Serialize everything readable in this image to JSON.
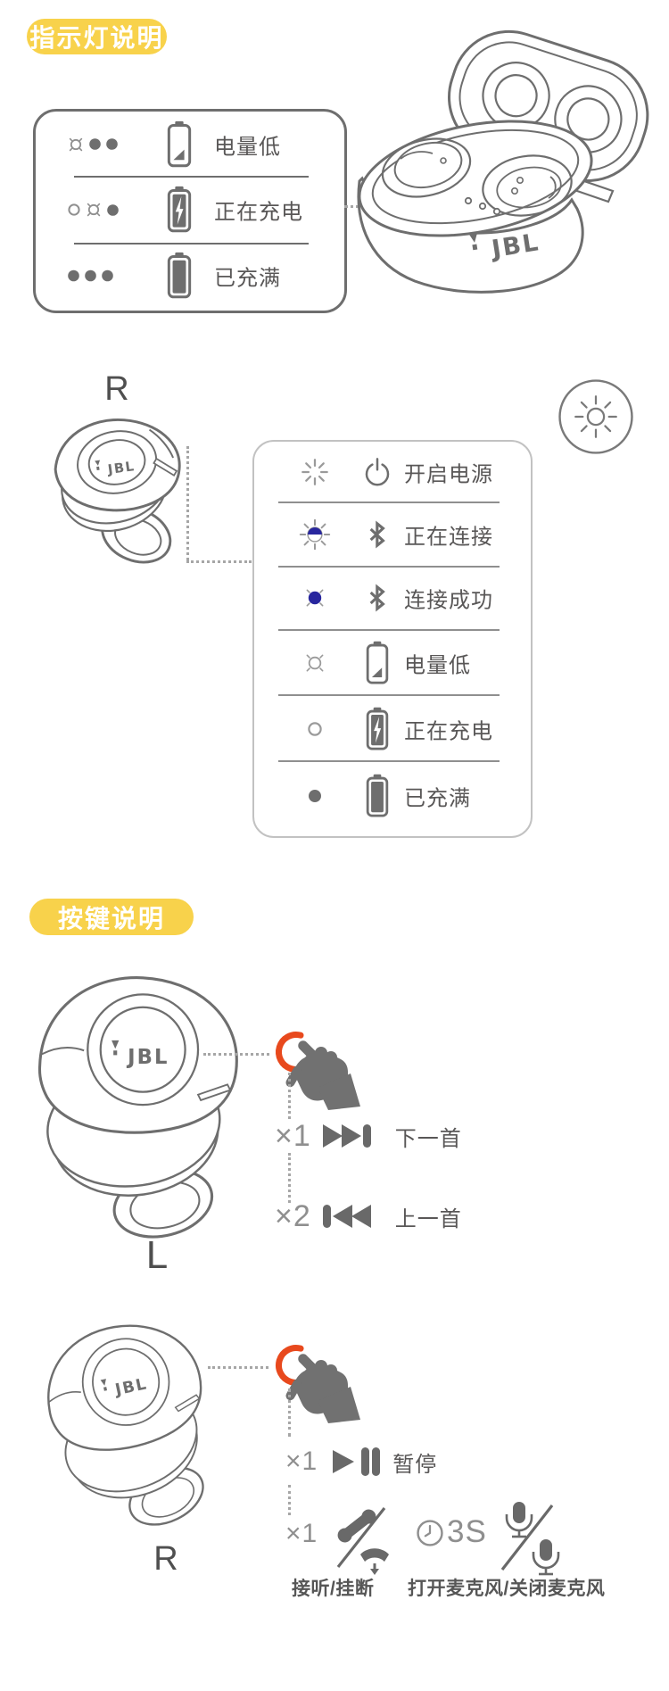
{
  "page": {
    "background": "#ffffff"
  },
  "colors": {
    "badge_yellow": "#F8D24B",
    "badge_text": "#ffffff",
    "line_gray": "#6E6E6E",
    "text_gray": "#595757",
    "muted_gray": "#8F8F8F",
    "led_blue": "#28269E",
    "tap_orange": "#E8491D"
  },
  "brand": {
    "logo": "JBL"
  },
  "sections": {
    "indicator": {
      "badge": "指示灯说明",
      "case_table": {
        "rows": [
          {
            "leds": [
              "blinking",
              "on",
              "on"
            ],
            "icon": "battery-low-icon",
            "label": "电量低"
          },
          {
            "leds": [
              "off",
              "blinking",
              "on"
            ],
            "icon": "battery-charging-icon",
            "label": "正在充电"
          },
          {
            "leds": [
              "on",
              "on",
              "on"
            ],
            "icon": "battery-full-icon",
            "label": "已充满"
          }
        ]
      },
      "earbud_label": "R",
      "earbud_table": {
        "rows": [
          {
            "led": "white-blinking",
            "icon": "power-icon",
            "label": "开启电源"
          },
          {
            "led": "blue-blinking",
            "icon": "bluetooth-icon",
            "label": "正在连接"
          },
          {
            "led": "blue-solid",
            "icon": "bluetooth-icon",
            "label": "连接成功"
          },
          {
            "led": "white-blinking",
            "icon": "battery-low-icon",
            "label": "电量低"
          },
          {
            "led": "white-off",
            "icon": "battery-charging-icon",
            "label": "正在充电"
          },
          {
            "led": "solid-on",
            "icon": "battery-full-icon",
            "label": "已充满"
          }
        ]
      }
    },
    "buttons": {
      "badge": "按键说明",
      "left_earbud": {
        "label": "L",
        "gestures": [
          {
            "times": "×1",
            "icon": "next-track-icon",
            "label": "下一首"
          },
          {
            "times": "×2",
            "icon": "previous-track-icon",
            "label": "上一首"
          }
        ]
      },
      "right_earbud": {
        "label": "R",
        "gestures": [
          {
            "times": "×1",
            "icon": "play-pause-icon",
            "label": "暂停"
          },
          {
            "times": "×1",
            "icon": "answer-hangup-icon",
            "label": "接听/挂断"
          },
          {
            "hold": "3S",
            "hold_icon": "clock-icon",
            "icon": "mic-on-off-icon",
            "label": "打开麦克风/关闭麦克风"
          }
        ]
      }
    }
  }
}
